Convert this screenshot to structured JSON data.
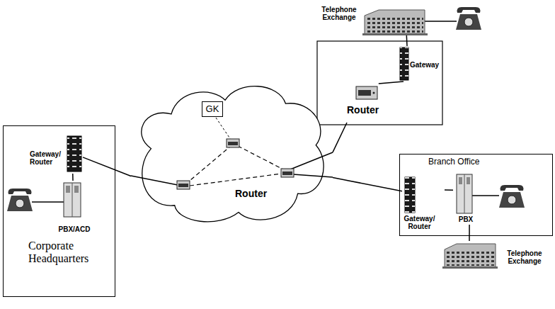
{
  "diagram": {
    "nodes": [
      {
        "text": [
          "Corporate Headquarters"
        ]
      },
      {
        "text": [
          "Gateway/ Router"
        ],
        "in": 0
      },
      {
        "text": [
          "PBX/ACD"
        ],
        "in": 0
      },
      {
        "text": [
          "Router"
        ]
      },
      {
        "text": [
          "GK"
        ],
        "in": 3
      },
      {
        "text": [
          "Telephone Exchange"
        ]
      },
      {
        "text": [
          "Gateway"
        ]
      },
      {
        "text": [
          "Router"
        ]
      },
      {
        "text": [
          "Branch Office"
        ]
      },
      {
        "text": [
          "Gateway/ Router"
        ],
        "in": 8
      },
      {
        "text": [
          "PBX"
        ],
        "in": 8
      },
      {
        "text": [
          "Telephone Exchange"
        ]
      }
    ],
    "edges": [
      {
        "from": 1,
        "to": 2,
        "arrow": "none"
      },
      {
        "from": 1,
        "to": 3,
        "arrow": "none"
      },
      {
        "from": 5,
        "to": 6,
        "arrow": "none"
      },
      {
        "from": 6,
        "to": 7,
        "arrow": "none"
      },
      {
        "from": 7,
        "to": 3,
        "arrow": "none"
      },
      {
        "from": 3,
        "to": 9,
        "arrow": "none"
      },
      {
        "from": 9,
        "to": 10,
        "arrow": "none"
      },
      {
        "from": 10,
        "to": 11,
        "arrow": "none"
      }
    ]
  }
}
